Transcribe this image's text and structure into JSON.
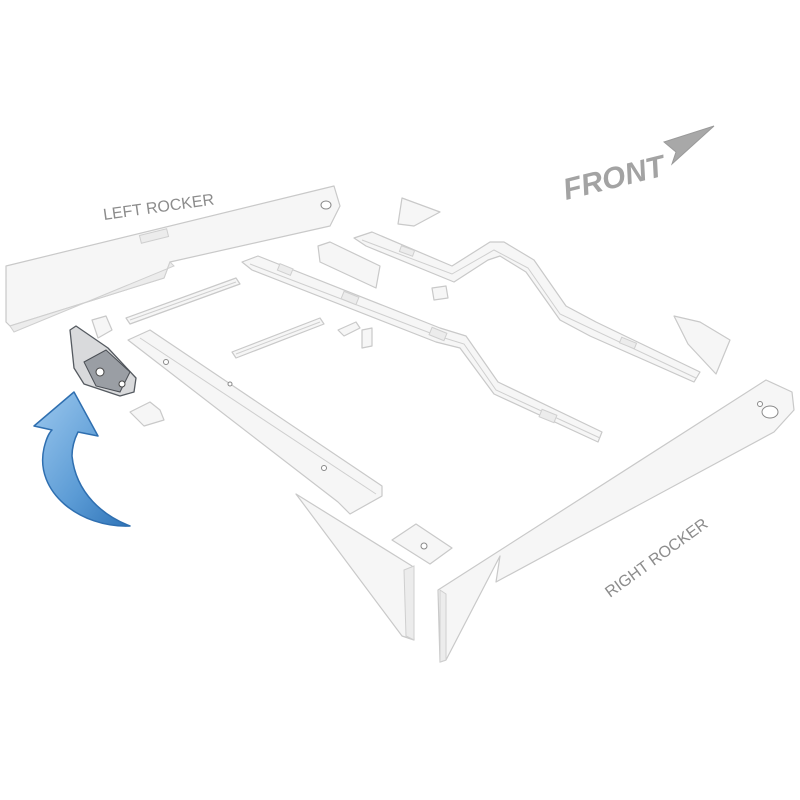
{
  "labels": {
    "left_rocker": "LEFT ROCKER",
    "right_rocker": "RIGHT ROCKER",
    "front": "FRONT"
  },
  "colors": {
    "parts_fill": "#f6f6f6",
    "parts_stroke": "#c9c9c9",
    "label_gray": "#8c8c8c",
    "highlight_part": "#9a9ea4",
    "arrow_blue": "#5b9bd5"
  },
  "icons": {
    "direction": "front-arrow-icon",
    "indicator": "curved-arrow-icon"
  }
}
